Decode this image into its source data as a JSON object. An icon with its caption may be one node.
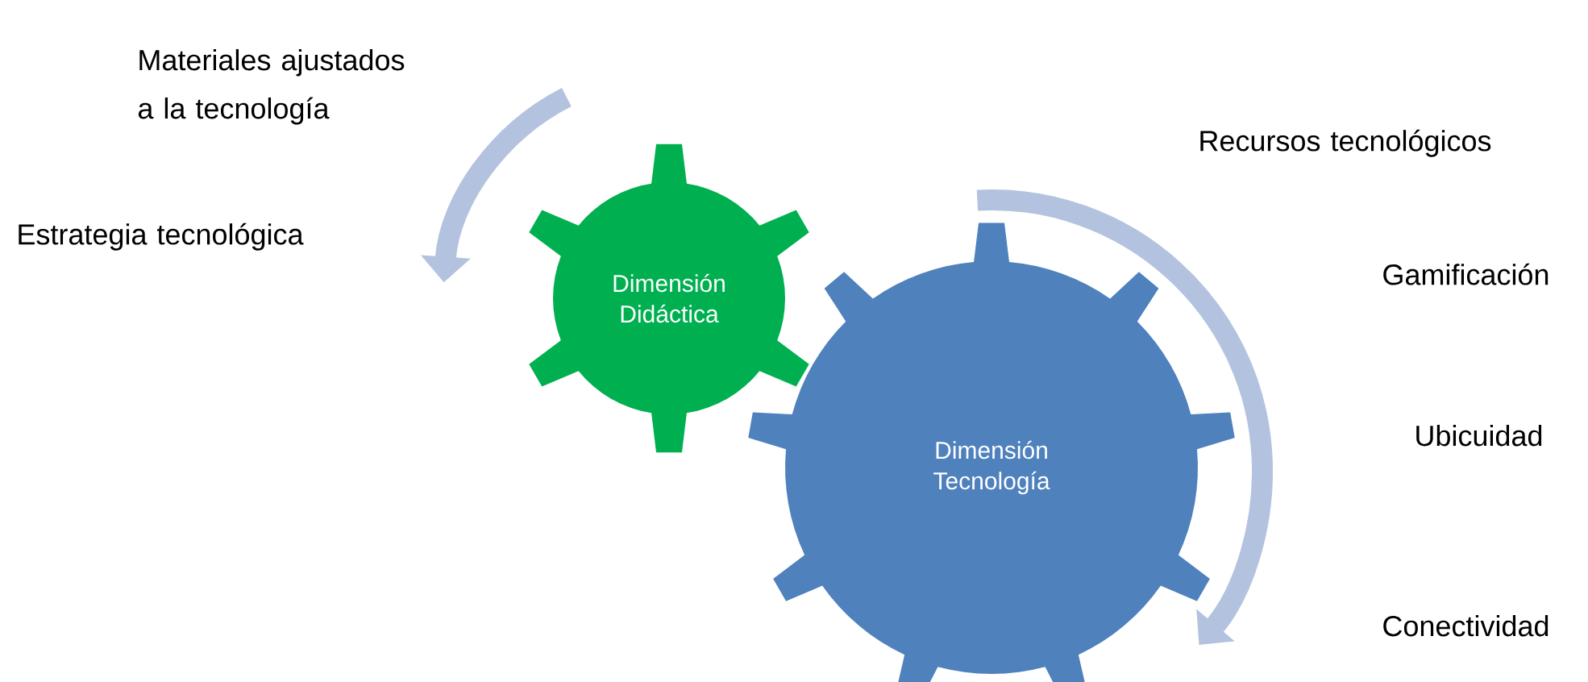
{
  "diagram": {
    "nodes": [
      {
        "text": [
          "Dimensión Didáctica"
        ]
      },
      {
        "text": [
          "Dimensión Tecnología"
        ]
      }
    ],
    "labels": [
      "Materiales ajustados a la tecnología",
      "Estrategia tecnológica",
      "Recursos tecnológicos",
      "Gamificación",
      "Ubicuidad",
      "Conectividad"
    ]
  }
}
